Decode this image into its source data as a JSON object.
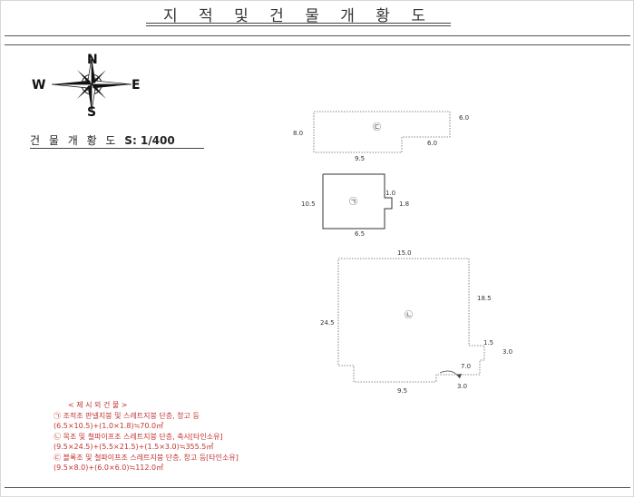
{
  "title": "지 적 및 건 물 개 황 도",
  "compass": {
    "n": "N",
    "s": "S",
    "e": "E",
    "w": "W"
  },
  "scale": {
    "label": "건 물 개 황 도",
    "value": "S: 1/400"
  },
  "buildings": {
    "a": {
      "symbol": "㉠",
      "dims": {
        "left": "10.5",
        "bottom": "6.5",
        "notch_top": "1.0",
        "notch_side": "1.8"
      }
    },
    "b": {
      "symbol": "㉡",
      "dims": {
        "top": "15.0",
        "left": "24.5",
        "right": "18.5",
        "step1": "1.5",
        "step1_w": "3.0",
        "step2": "7.0",
        "bottom_right": "3.0",
        "bottom": "9.5"
      }
    },
    "c": {
      "symbol": "㉢",
      "dims": {
        "left": "8.0",
        "right": "6.0",
        "step": "6.0",
        "bottom": "9.5"
      }
    }
  },
  "legend": {
    "header": "< 제 시 외 건 물 >",
    "lines": [
      "㉠ 조적조 판넬지붕 및 스레트지붕 단층, 창고 등",
      "(6.5×10.5)+(1.0×1.8)≒70.0㎡",
      "㉡ 목조 및 철파이프조 스레트지붕 단층, 축사[타인소유]",
      "(9.5×24.5)+(5.5×21.5)+(1.5×3.0)≒355.5㎡",
      "㉢ 블록조 및 철파이프조 스레트지붕 단층, 창고 등[타인소유]",
      "(9.5×8.0)+(6.0×6.0)≒112.0㎡"
    ]
  },
  "colors": {
    "legend_text": "#c33333",
    "line": "#444444"
  }
}
